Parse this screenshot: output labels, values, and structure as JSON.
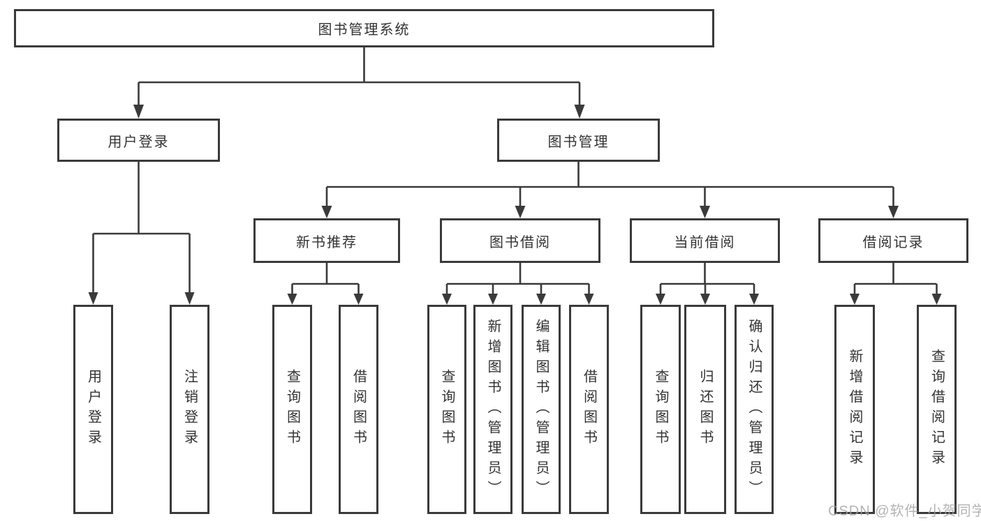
{
  "tree": {
    "label": "图书管理系统",
    "children": [
      {
        "label": "用户登录",
        "children": [
          {
            "label": "用户登录"
          },
          {
            "label": "注销登录"
          }
        ]
      },
      {
        "label": "图书管理",
        "children": [
          {
            "label": "新书推荐",
            "children": [
              {
                "label": "查询图书"
              },
              {
                "label": "借阅图书"
              }
            ]
          },
          {
            "label": "图书借阅",
            "children": [
              {
                "label": "查询图书"
              },
              {
                "label": "新增图书（管理员）"
              },
              {
                "label": "编辑图书（管理员）"
              },
              {
                "label": "借阅图书"
              }
            ]
          },
          {
            "label": "当前借阅",
            "children": [
              {
                "label": "查询图书"
              },
              {
                "label": "归还图书"
              },
              {
                "label": "确认归还（管理员）"
              }
            ]
          },
          {
            "label": "借阅记录",
            "children": [
              {
                "label": "新增借阅记录"
              },
              {
                "label": "查询借阅记录"
              }
            ]
          }
        ]
      }
    ]
  },
  "watermark": {
    "text": "CSDN @软件_小贺同学"
  },
  "colors": {
    "line": "#3a3a3a",
    "box_border": "#3a3a3a",
    "box_background": "#ffffff",
    "text": "#333333",
    "watermark": "#a0a0a0",
    "page_background": "#ffffff"
  }
}
